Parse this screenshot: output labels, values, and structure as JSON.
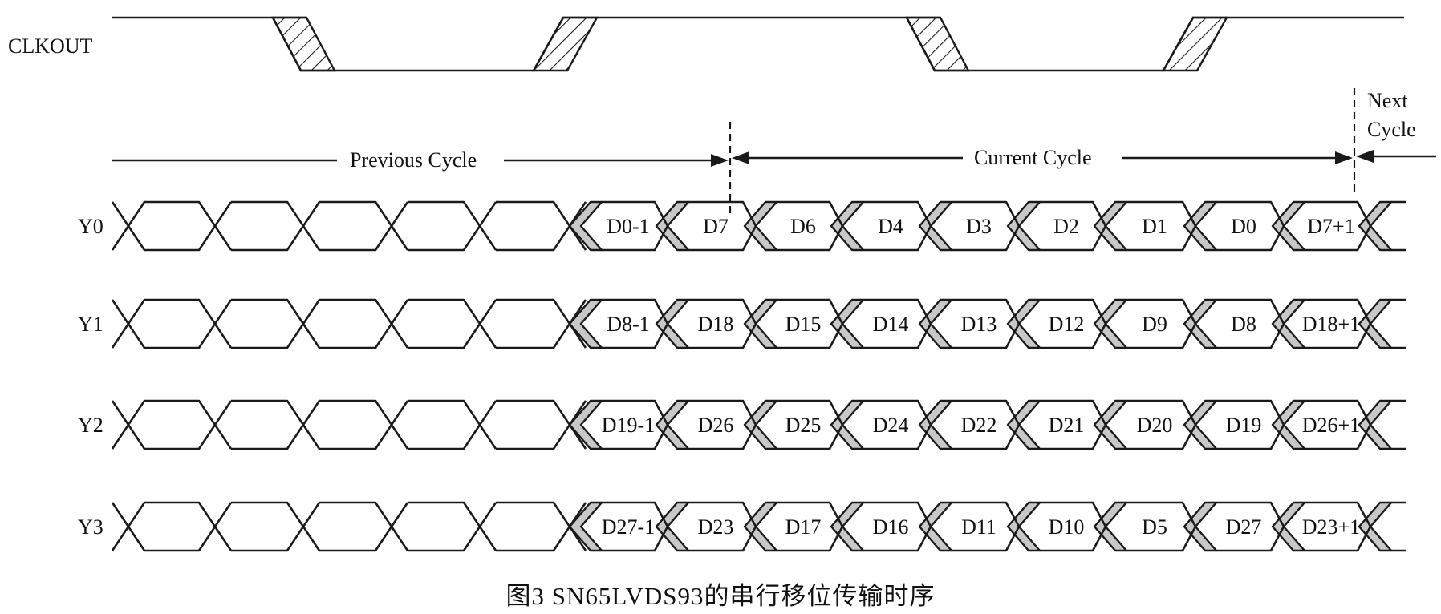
{
  "clock": {
    "label": "CLKOUT"
  },
  "cycles": {
    "previous": "Previous Cycle",
    "current": "Current Cycle",
    "next_line1": "Next",
    "next_line2": "Cycle"
  },
  "channels": [
    {
      "label": "Y0",
      "bits": [
        "D0-1",
        "D7",
        "D6",
        "D4",
        "D3",
        "D2",
        "D1",
        "D0",
        "D7+1"
      ]
    },
    {
      "label": "Y1",
      "bits": [
        "D8-1",
        "D18",
        "D15",
        "D14",
        "D13",
        "D12",
        "D9",
        "D8",
        "D18+1"
      ]
    },
    {
      "label": "Y2",
      "bits": [
        "D19-1",
        "D26",
        "D25",
        "D24",
        "D22",
        "D21",
        "D20",
        "D19",
        "D26+1"
      ]
    },
    {
      "label": "Y3",
      "bits": [
        "D27-1",
        "D23",
        "D17",
        "D16",
        "D11",
        "D10",
        "D5",
        "D27",
        "D23+1"
      ]
    }
  ],
  "caption": "图3   SN65LVDS93的串行移位传输时序",
  "colors": {
    "line": "#1a1a1a",
    "hatch": "#1a1a1a",
    "shade": "#c8c8c8"
  }
}
